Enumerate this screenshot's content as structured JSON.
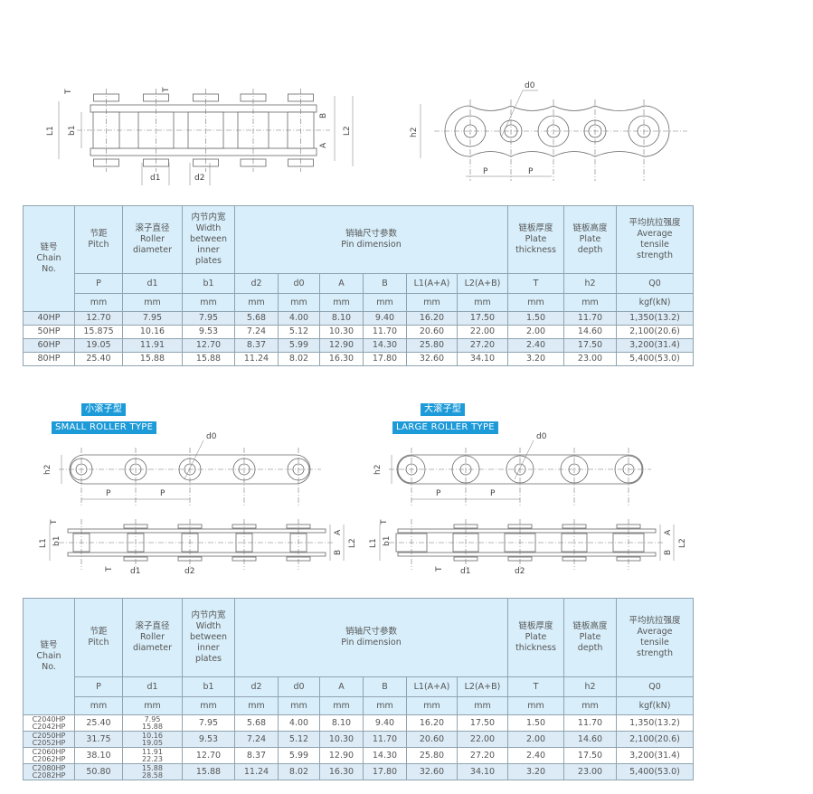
{
  "top_diagrams": {
    "side": {
      "T_top": "T",
      "T_mid": "T",
      "L1": "L1",
      "b1": "b1",
      "B": "B",
      "A": "A",
      "L2": "L2",
      "d1": "d1",
      "d2": "d2"
    },
    "plate": {
      "d0": "d0",
      "h2": "h2",
      "P1": "P",
      "P2": "P"
    }
  },
  "small_roller": {
    "title_cn": "小滚子型",
    "title_en": "SMALL ROLLER TYPE",
    "labels": {
      "d0": "d0",
      "h2": "h2",
      "P1": "P",
      "P2": "P",
      "T_top": "T",
      "T_bot": "T",
      "L1": "L1",
      "b1": "b1",
      "A": "A",
      "B": "B",
      "L2": "L2",
      "d1": "d1",
      "d2": "d2"
    }
  },
  "large_roller": {
    "title_cn": "大滚子型",
    "title_en": "LARGE ROLLER TYPE",
    "labels": {
      "d0": "d0",
      "h2": "h2",
      "P1": "P",
      "P2": "P",
      "T_top": "T",
      "T_bot": "T",
      "L1": "L1",
      "b1": "b1",
      "A": "A",
      "B": "B",
      "L2": "L2",
      "d1": "d1",
      "d2": "d2"
    }
  },
  "header": {
    "chain": [
      "链号",
      "Chain",
      "No."
    ],
    "pitch": [
      "节距",
      "Pitch"
    ],
    "roller": [
      "滚子直径",
      "Roller",
      "diameter"
    ],
    "width": [
      "内节内宽",
      "Width",
      "between",
      "inner",
      "plates"
    ],
    "pin": [
      "销轴尺寸参数",
      "Pin   dimension"
    ],
    "thickness": [
      "链板厚度",
      "Plate",
      "thickness"
    ],
    "depth": [
      "链板高度",
      "Plate",
      "depth"
    ],
    "strength": [
      "平均抗拉强度",
      "Average",
      "tensile",
      "strength"
    ],
    "symbols": [
      "P",
      "d1",
      "b1",
      "d2",
      "d0",
      "A",
      "B",
      "L1(A+A)",
      "L2(A+B)",
      "T",
      "h2",
      "Q0"
    ],
    "units": [
      "mm",
      "mm",
      "mm",
      "mm",
      "mm",
      "mm",
      "mm",
      "mm",
      "mm",
      "mm",
      "mm",
      "kgf(kN)"
    ]
  },
  "table1": {
    "rows": [
      {
        "chain": [
          "40HP"
        ],
        "d1": [
          "7.95"
        ],
        "vals": [
          "12.70",
          "7.95",
          "5.68",
          "4.00",
          "8.10",
          "9.40",
          "16.20",
          "17.50",
          "1.50",
          "11.70",
          "1,350(13.2)"
        ]
      },
      {
        "chain": [
          "50HP"
        ],
        "d1": [
          "10.16"
        ],
        "vals": [
          "15.875",
          "9.53",
          "7.24",
          "5.12",
          "10.30",
          "11.70",
          "20.60",
          "22.00",
          "2.00",
          "14.60",
          "2,100(20.6)"
        ]
      },
      {
        "chain": [
          "60HP"
        ],
        "d1": [
          "11.91"
        ],
        "vals": [
          "19.05",
          "12.70",
          "8.37",
          "5.99",
          "12.90",
          "14.30",
          "25.80",
          "27.20",
          "2.40",
          "17.50",
          "3,200(31.4)"
        ]
      },
      {
        "chain": [
          "80HP"
        ],
        "d1": [
          "15.88"
        ],
        "vals": [
          "25.40",
          "15.88",
          "11.24",
          "8.02",
          "16.30",
          "17.80",
          "32.60",
          "34.10",
          "3.20",
          "23.00",
          "5,400(53.0)"
        ]
      }
    ]
  },
  "table2": {
    "rows": [
      {
        "chain": [
          "C2040HP",
          "C2042HP"
        ],
        "d1": [
          "7.95",
          "15.88"
        ],
        "vals": [
          "25.40",
          "7.95",
          "5.68",
          "4.00",
          "8.10",
          "9.40",
          "16.20",
          "17.50",
          "1.50",
          "11.70",
          "1,350(13.2)"
        ]
      },
      {
        "chain": [
          "C2050HP",
          "C2052HP"
        ],
        "d1": [
          "10.16",
          "19.05"
        ],
        "vals": [
          "31.75",
          "9.53",
          "7.24",
          "5.12",
          "10.30",
          "11.70",
          "20.60",
          "22.00",
          "2.00",
          "14.60",
          "2,100(20.6)"
        ]
      },
      {
        "chain": [
          "C2060HP",
          "C2062HP"
        ],
        "d1": [
          "11.91",
          "22.23"
        ],
        "vals": [
          "38.10",
          "12.70",
          "8.37",
          "5.99",
          "12.90",
          "14.30",
          "25.80",
          "27.20",
          "2.40",
          "17.50",
          "3,200(31.4)"
        ]
      },
      {
        "chain": [
          "C2080HP",
          "C2082HP"
        ],
        "d1": [
          "15.88",
          "28.58"
        ],
        "vals": [
          "50.80",
          "15.88",
          "11.24",
          "8.02",
          "16.30",
          "17.80",
          "32.60",
          "34.10",
          "3.20",
          "23.00",
          "5,400(53.0)"
        ]
      }
    ]
  },
  "colors": {
    "accent": "#1d9ad8",
    "header_bg": "#d8eefa",
    "stripe": "#dcebf6"
  }
}
